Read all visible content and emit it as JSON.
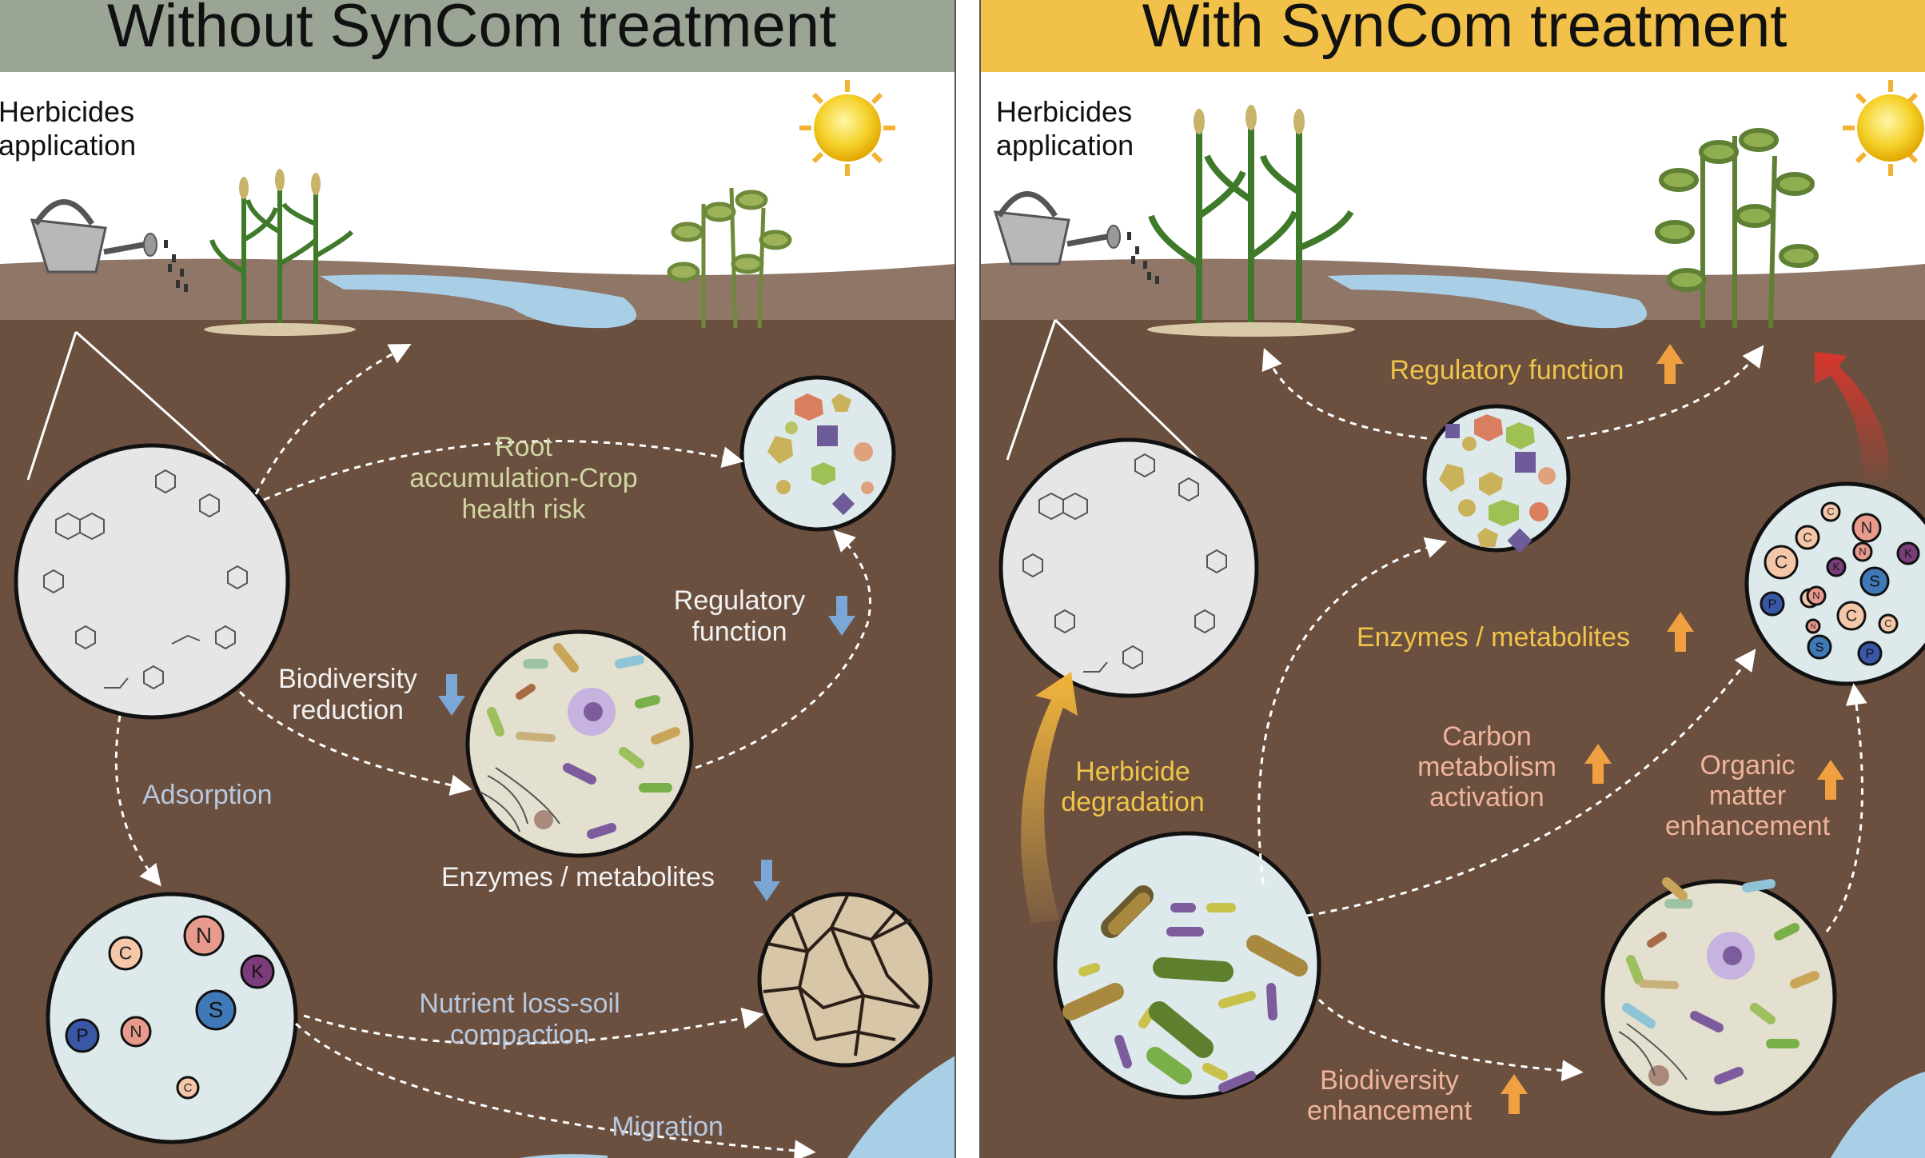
{
  "colors": {
    "left_header": "#9aa596",
    "right_header": "#f2c14a",
    "soil": "#6b4f3f",
    "topsoil": "#8f7667",
    "water": "#a9cfe6",
    "label_green": "#cfd6a1",
    "label_blue": "#b7c9e0",
    "label_white": "#f2f2f2",
    "label_yellow": "#f0c44a",
    "label_pink": "#f0b39c",
    "down_arrow": "#7aa7d6",
    "up_arrow": "#f0a040"
  },
  "left_panel": {
    "title": "Without SynCom treatment",
    "herbicides": [
      "Herbicides",
      "application"
    ],
    "root_accumulation": [
      "Root",
      "accumulation-Crop",
      "health risk"
    ],
    "regulatory": [
      "Regulatory",
      "function"
    ],
    "biodiversity": [
      "Biodiversity",
      "reduction"
    ],
    "adsorption": "Adsorption",
    "enzymes": "Enzymes / metabolites",
    "nutrient": [
      "Nutrient loss-soil",
      "compaction"
    ],
    "migration": "Migration",
    "nutrients": [
      {
        "symbol": "C",
        "color": "#f3c7a8"
      },
      {
        "symbol": "N",
        "color": "#e89a8c"
      },
      {
        "symbol": "K",
        "color": "#7a3d7a"
      },
      {
        "symbol": "S",
        "color": "#3f79b8"
      },
      {
        "symbol": "P",
        "color": "#3a57a6"
      },
      {
        "symbol": "N",
        "color": "#e89a8c"
      },
      {
        "symbol": "C",
        "color": "#f3c7a8"
      }
    ]
  },
  "right_panel": {
    "title": "With SynCom treatment",
    "herbicides": [
      "Herbicides",
      "application"
    ],
    "regulatory": "Regulatory function",
    "enzymes": "Enzymes / metabolites",
    "carbon": [
      "Carbon",
      "metabolism",
      "activation"
    ],
    "herbicide_degradation": [
      "Herbicide",
      "degradation"
    ],
    "organic": [
      "Organic",
      "matter",
      "enhancement"
    ],
    "biodiversity": [
      "Biodiversity",
      "enhancement"
    ],
    "nutrients": [
      {
        "symbol": "C",
        "color": "#f3c7a8"
      },
      {
        "symbol": "N",
        "color": "#e89a8c"
      },
      {
        "symbol": "C",
        "color": "#f3c7a8"
      },
      {
        "symbol": "C",
        "color": "#f3c7a8"
      },
      {
        "symbol": "K",
        "color": "#7a3d7a"
      },
      {
        "symbol": "N",
        "color": "#e89a8c"
      },
      {
        "symbol": "K",
        "color": "#7a3d7a"
      },
      {
        "symbol": "S",
        "color": "#3f79b8"
      },
      {
        "symbol": "C",
        "color": "#f3c7a8"
      },
      {
        "symbol": "P",
        "color": "#3a57a6"
      },
      {
        "symbol": "N",
        "color": "#e89a8c"
      },
      {
        "symbol": "C",
        "color": "#f3c7a8"
      },
      {
        "symbol": "S",
        "color": "#3f79b8"
      },
      {
        "symbol": "P",
        "color": "#3a57a6"
      },
      {
        "symbol": "N",
        "color": "#e89a8c"
      },
      {
        "symbol": "C",
        "color": "#f3c7a8"
      }
    ]
  }
}
